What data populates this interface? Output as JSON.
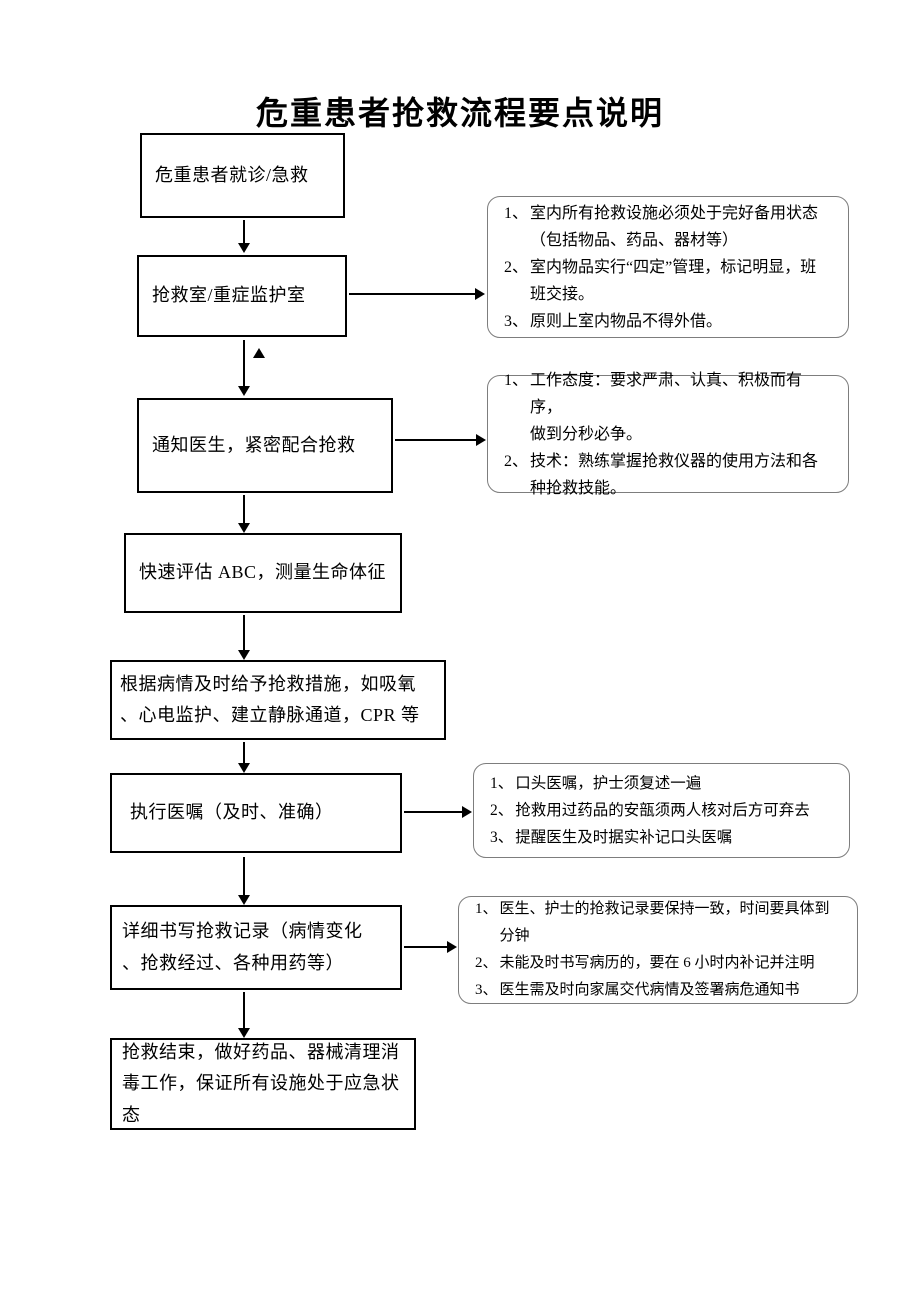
{
  "page": {
    "title": "危重患者抢救流程要点说明"
  },
  "flow": {
    "nodes": [
      {
        "label": "危重患者就诊/急救"
      },
      {
        "label": "抢救室/重症监护室"
      },
      {
        "label": "通知医生，紧密配合抢救"
      },
      {
        "label": "快速评估 ABC，测量生命体征"
      },
      {
        "label": "根据病情及时给予抢救措施，如吸氧\n、心电监护、建立静脉通道，CPR 等"
      },
      {
        "label": "执行医嘱（及时、准确）"
      },
      {
        "label": "详细书写抢救记录（病情变化\n、抢救经过、各种用药等）"
      },
      {
        "label": "抢救结束，做好药品、器械清理消\n毒工作，保证所有设施处于应急状\n态"
      }
    ]
  },
  "notes": [
    {
      "items": [
        {
          "num": "1、",
          "text": "室内所有抢救设施必须处于完好备用状态\n（包括物品、药品、器材等）"
        },
        {
          "num": "2、",
          "text": "室内物品实行“四定”管理，标记明显，班\n班交接。"
        },
        {
          "num": "3、",
          "text": "原则上室内物品不得外借。"
        }
      ]
    },
    {
      "items": [
        {
          "num": "1、",
          "text": "工作态度：要求严肃、认真、积极而有序，\n做到分秒必争。"
        },
        {
          "num": "2、",
          "text": "技术：熟练掌握抢救仪器的使用方法和各\n种抢救技能。"
        }
      ]
    },
    {
      "items": [
        {
          "num": "1、",
          "text": "口头医嘱，护士须复述一遍"
        },
        {
          "num": "2、",
          "text": "抢救用过药品的安瓿须两人核对后方可弃去"
        },
        {
          "num": "3、",
          "text": "提醒医生及时据实补记口头医嘱"
        }
      ]
    },
    {
      "items": [
        {
          "num": "1、",
          "text": "医生、护士的抢救记录要保持一致，时间要具体到分钟"
        },
        {
          "num": "2、",
          "text": "未能及时书写病历的，要在 6 小时内补记并注明"
        },
        {
          "num": "3、",
          "text": "医生需及时向家属交代病情及签署病危通知书"
        }
      ]
    }
  ]
}
